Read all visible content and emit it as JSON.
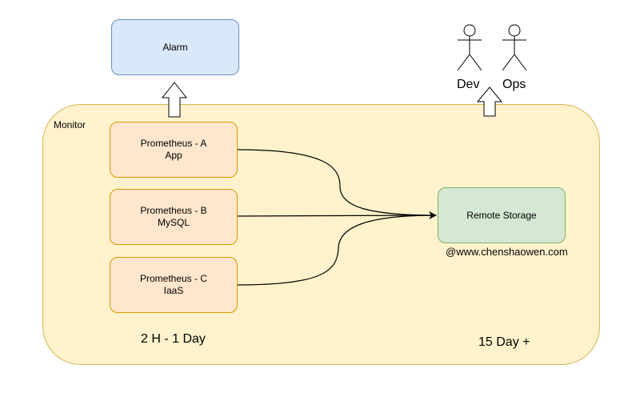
{
  "diagram": {
    "monitor": {
      "label": "Monitor",
      "retention_short": "2 H - 1 Day",
      "retention_long": "15 Day +"
    },
    "alarm": {
      "label": "Alarm"
    },
    "prometheus": [
      {
        "title": "Prometheus - A",
        "subtitle": "App"
      },
      {
        "title": "Prometheus - B",
        "subtitle": "MySQL"
      },
      {
        "title": "Prometheus - C",
        "subtitle": "IaaS"
      }
    ],
    "remote_storage": {
      "label": "Remote Storage",
      "watermark": "@www.chenshaowen.com"
    },
    "actors": [
      {
        "label": "Dev"
      },
      {
        "label": "Ops"
      }
    ],
    "colors": {
      "monitor_fill": "#fff2cc",
      "monitor_stroke": "#d6b656",
      "alarm_fill": "#dae8fc",
      "alarm_stroke": "#6c8ebf",
      "prometheus_fill": "#ffe6cc",
      "prometheus_stroke": "#d79b00",
      "storage_fill": "#d5e8d4",
      "storage_stroke": "#82b366"
    },
    "edges": [
      {
        "from": "Prometheus - A",
        "to": "Remote Storage"
      },
      {
        "from": "Prometheus - B",
        "to": "Remote Storage"
      },
      {
        "from": "Prometheus - C",
        "to": "Remote Storage"
      },
      {
        "from": "Monitor",
        "to": "Alarm",
        "style": "block-arrow"
      },
      {
        "from": "Monitor",
        "to": "Dev/Ops",
        "style": "block-arrow"
      }
    ]
  }
}
